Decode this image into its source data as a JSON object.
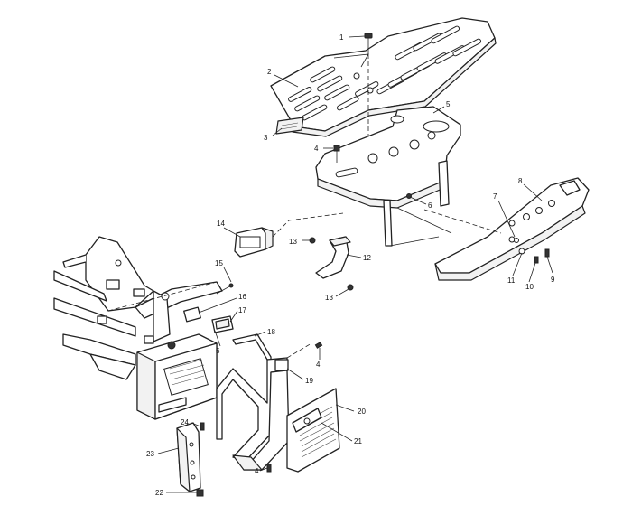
{
  "callouts": [
    {
      "id": "c1",
      "text": "1"
    },
    {
      "id": "c2",
      "text": "2"
    },
    {
      "id": "c3",
      "text": "3"
    },
    {
      "id": "c4a",
      "text": "4"
    },
    {
      "id": "c5",
      "text": "5"
    },
    {
      "id": "c6a",
      "text": "6"
    },
    {
      "id": "c7",
      "text": "7"
    },
    {
      "id": "c8",
      "text": "8"
    },
    {
      "id": "c9",
      "text": "9"
    },
    {
      "id": "c10",
      "text": "10"
    },
    {
      "id": "c11",
      "text": "11"
    },
    {
      "id": "c12",
      "text": "12"
    },
    {
      "id": "c13a",
      "text": "13"
    },
    {
      "id": "c13b",
      "text": "13"
    },
    {
      "id": "c14",
      "text": "14"
    },
    {
      "id": "c15",
      "text": "15"
    },
    {
      "id": "c16",
      "text": "16"
    },
    {
      "id": "c17",
      "text": "17"
    },
    {
      "id": "c6b",
      "text": "6"
    },
    {
      "id": "c18",
      "text": "18"
    },
    {
      "id": "c4b",
      "text": "4"
    },
    {
      "id": "c19",
      "text": "19"
    },
    {
      "id": "c20",
      "text": "20"
    },
    {
      "id": "c21",
      "text": "21"
    },
    {
      "id": "c24",
      "text": "24"
    },
    {
      "id": "c23",
      "text": "23"
    },
    {
      "id": "c4c",
      "text": "4"
    },
    {
      "id": "c22",
      "text": "22"
    }
  ]
}
